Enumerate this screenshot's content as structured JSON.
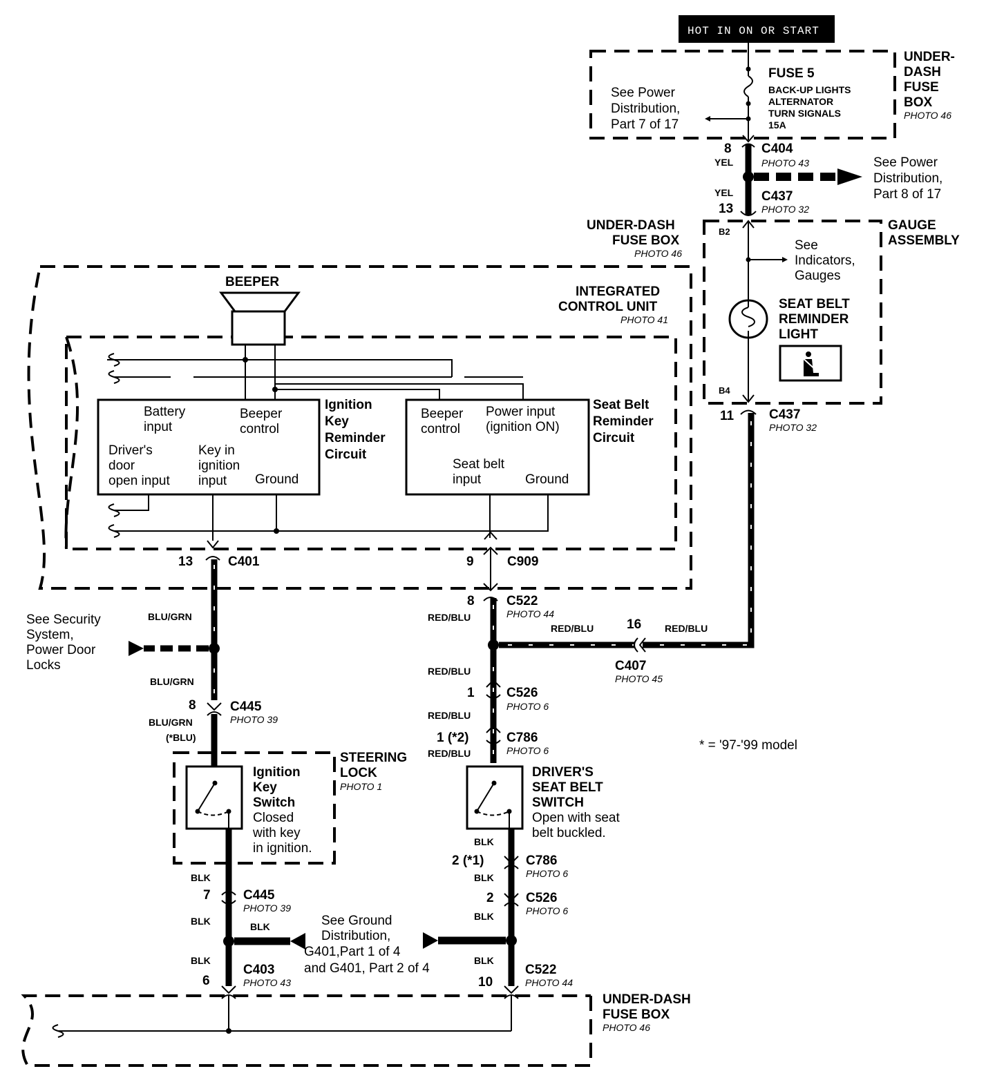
{
  "header": {
    "hot_label": "HOT IN ON OR START"
  },
  "underdash_top": {
    "title": [
      "UNDER-",
      "DASH",
      "FUSE",
      "BOX"
    ],
    "photo": "PHOTO 46"
  },
  "fuse5": {
    "name": "FUSE 5",
    "circuits": [
      "BACK-UP LIGHTS",
      "ALTERNATOR",
      "TURN SIGNALS",
      "15A"
    ],
    "see_ref": [
      "See Power",
      "Distribution,",
      "Part 7 of 17"
    ]
  },
  "c404": {
    "pin": "8",
    "wire": "YEL",
    "name": "C404",
    "photo": "PHOTO 43"
  },
  "c437_top": {
    "wire": "YEL",
    "pin": "13",
    "name": "C437",
    "photo": "PHOTO 32"
  },
  "power_ref_8": [
    "See Power",
    "Distribution,",
    "Part 8 of 17"
  ],
  "underdash_mid": {
    "title": [
      "UNDER-DASH",
      "FUSE BOX"
    ],
    "photo": "PHOTO 46"
  },
  "gauge": {
    "title": [
      "GAUGE",
      "ASSEMBLY"
    ],
    "pin_b2": "B2",
    "pin_b4": "B4",
    "see_ref": [
      "See",
      "Indicators,",
      "Gauges"
    ],
    "light": [
      "SEAT BELT",
      "REMINDER",
      "LIGHT"
    ]
  },
  "c437_bottom": {
    "pin": "11",
    "name": "C437",
    "photo": "PHOTO 32"
  },
  "beeper": {
    "label": "BEEPER"
  },
  "icu": {
    "title": [
      "INTEGRATED",
      "CONTROL UNIT"
    ],
    "photo": "PHOTO 41"
  },
  "ignition_reminder": {
    "title": [
      "Ignition",
      "Key",
      "Reminder",
      "Circuit"
    ],
    "battery": [
      "Battery",
      "input"
    ],
    "beeper_ctrl": [
      "Beeper",
      "control"
    ],
    "door": [
      "Driver's",
      "door",
      "open input"
    ],
    "key": [
      "Key in",
      "ignition",
      "input"
    ],
    "ground": "Ground"
  },
  "seatbelt_reminder": {
    "title": [
      "Seat Belt",
      "Reminder",
      "Circuit"
    ],
    "beeper_ctrl": [
      "Beeper",
      "control"
    ],
    "power": [
      "Power input",
      "(ignition ON)"
    ],
    "seatbelt": [
      "Seat belt",
      "input"
    ],
    "ground": "Ground"
  },
  "c401": {
    "pin": "13",
    "name": "C401"
  },
  "c909": {
    "pin": "9",
    "name": "C909"
  },
  "c522_top": {
    "pin": "8",
    "name": "C522",
    "photo": "PHOTO 44",
    "wire": "RED/BLU"
  },
  "c407": {
    "pin": "16",
    "name": "C407",
    "photo": "PHOTO 45",
    "wire_left": "RED/BLU",
    "wire_right": "RED/BLU"
  },
  "security_ref": {
    "lines": [
      "See Security",
      "System,",
      "Power Door",
      "Locks"
    ],
    "wire": "BLU/GRN"
  },
  "c445_top": {
    "wire": "BLU/GRN",
    "pin": "8",
    "name": "C445",
    "photo": "PHOTO 39",
    "wire_alt": [
      "BLU/GRN",
      "(*BLU)"
    ]
  },
  "c526_top": {
    "wire": "RED/BLU",
    "pin": "1",
    "name": "C526",
    "photo": "PHOTO 6"
  },
  "c786_top": {
    "wire_above": "RED/BLU",
    "pin": "1 (*2)",
    "name": "C786",
    "photo": "PHOTO 6",
    "wire_below": "RED/BLU"
  },
  "note": "* = '97-'99 model",
  "steering_lock": {
    "title": [
      "STEERING",
      "LOCK"
    ],
    "photo": "PHOTO 1"
  },
  "ignition_switch": {
    "title": [
      "Ignition",
      "Key",
      "Switch"
    ],
    "desc": [
      "Closed",
      "with key",
      "in ignition."
    ]
  },
  "seat_belt_switch": {
    "title": [
      "DRIVER'S",
      "SEAT BELT",
      "SWITCH"
    ],
    "desc": [
      "Open with seat",
      "belt buckled."
    ]
  },
  "c786_bottom": {
    "wire_above": "BLK",
    "pin": "2 (*1)",
    "name": "C786",
    "photo": "PHOTO 6",
    "wire_below": "BLK"
  },
  "c526_bottom": {
    "pin": "2",
    "name": "C526",
    "photo": "PHOTO 6",
    "wire_below": "BLK"
  },
  "c445_bottom": {
    "wire": "BLK",
    "pin": "7",
    "name": "C445",
    "photo": "PHOTO 39"
  },
  "ground_ref": {
    "lines": [
      "See Ground",
      "Distribution,",
      "G401,Part 1 of 4",
      "and G401, Part 2 of 4"
    ],
    "wire_left1": "BLK",
    "wire_left2": "BLK"
  },
  "c403": {
    "wire": "BLK",
    "pin": "6",
    "name": "C403",
    "photo": "PHOTO 43"
  },
  "c522_bottom": {
    "wire": "BLK",
    "pin": "10",
    "name": "C522",
    "photo": "PHOTO 44"
  },
  "underdash_bottom": {
    "title": [
      "UNDER-DASH",
      "FUSE BOX"
    ],
    "photo": "PHOTO 46"
  }
}
